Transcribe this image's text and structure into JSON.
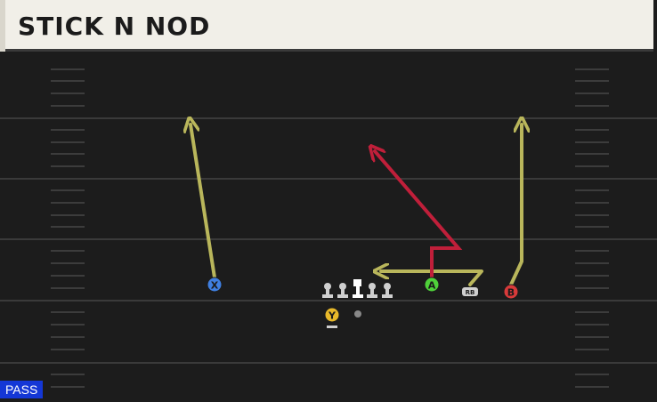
{
  "play": {
    "title": "STICK N NOD",
    "play_type": "PASS"
  },
  "players": {
    "x": {
      "label": "X",
      "color": "#3f7fe0"
    },
    "a": {
      "label": "A",
      "color": "#4fd13a"
    },
    "b": {
      "label": "B",
      "color": "#d83a3a"
    },
    "y": {
      "label": "Y",
      "color": "#e8b92a"
    },
    "rb": {
      "label": "RB",
      "color": "#cfcfcf"
    }
  },
  "colors": {
    "route_primary": "#b9b65b",
    "route_highlight": "#c01f3a",
    "field": "#1c1c1c",
    "yard_line": "#3a3a3a",
    "hash": "#3c3c3c"
  },
  "icons": {
    "lineman": "lineman-icon",
    "center": "center-icon",
    "ball": "football-icon"
  }
}
